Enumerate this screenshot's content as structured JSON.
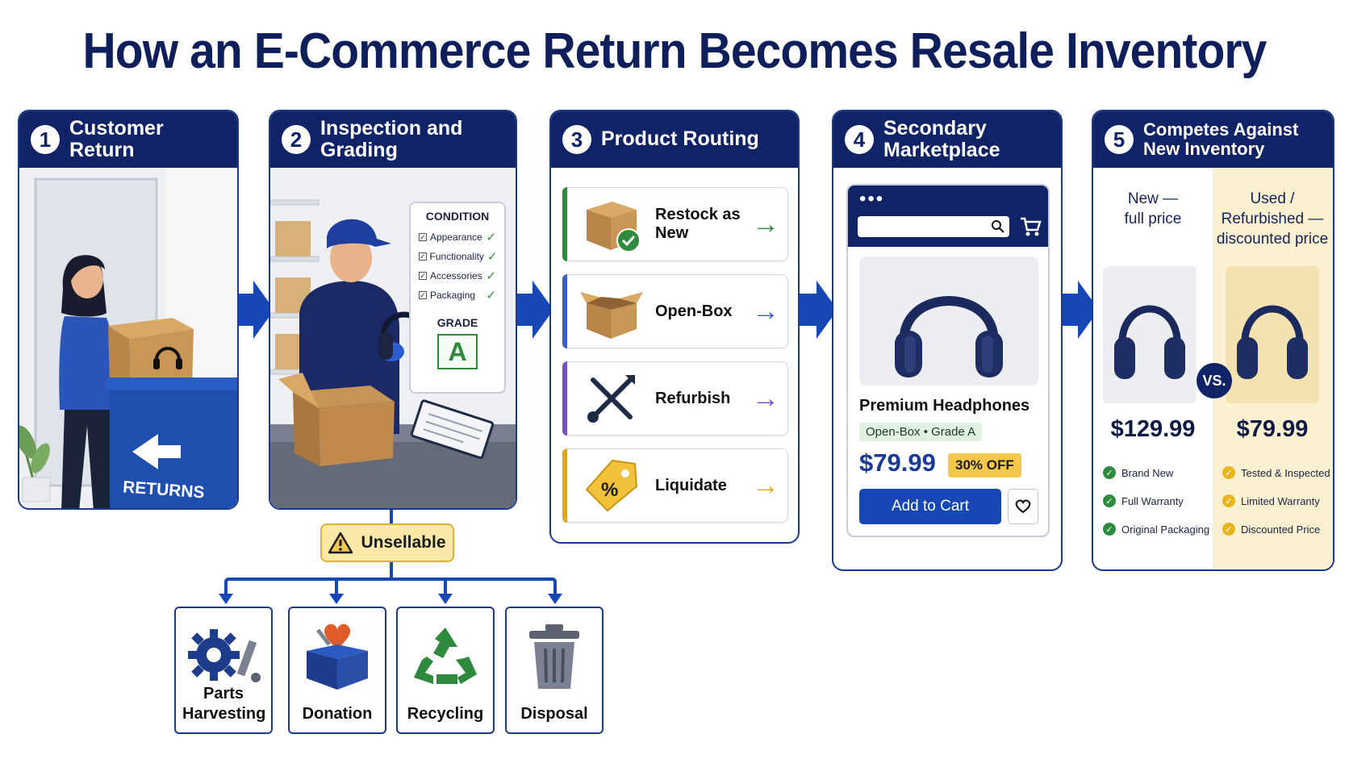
{
  "title": "How an E-Commerce Return Becomes Resale Inventory",
  "steps": [
    {
      "num": "1",
      "title": "Customer Return"
    },
    {
      "num": "2",
      "title": "Inspection and Grading"
    },
    {
      "num": "3",
      "title": "Product Routing"
    },
    {
      "num": "4",
      "title": "Secondary Marketplace"
    },
    {
      "num": "5",
      "title": "Competes Against New Inventory"
    }
  ],
  "returns_bin_label": "RETURNS",
  "inspection": {
    "condition_title": "CONDITION",
    "checks": [
      "Appearance",
      "Functionality",
      "Accessories",
      "Packaging"
    ],
    "grade_title": "GRADE",
    "grade": "A"
  },
  "routes": [
    {
      "label": "Restock as New",
      "color": "#2e8b3d",
      "icon": "box-check-icon"
    },
    {
      "label": "Open-Box",
      "color": "#3a5fc4",
      "icon": "open-box-icon"
    },
    {
      "label": "Refurbish",
      "color": "#7a4fc4",
      "icon": "tools-icon"
    },
    {
      "label": "Liquidate",
      "color": "#e0a820",
      "icon": "price-tag-icon"
    }
  ],
  "marketplace": {
    "product_name": "Premium Headphones",
    "badge": "Open-Box • Grade A",
    "price": "$79.99",
    "discount": "30% OFF",
    "cart_button": "Add to Cart"
  },
  "comparison": {
    "new": {
      "heading": "New — full price",
      "price": "$129.99",
      "features": [
        "Brand New",
        "Full Warranty",
        "Original Packaging"
      ]
    },
    "vs": "VS.",
    "used": {
      "heading": "Used / Refurbished — discounted price",
      "price": "$79.99",
      "features": [
        "Tested & Inspected",
        "Limited Warranty",
        "Discounted Price"
      ]
    }
  },
  "unsellable": {
    "label": "Unsellable",
    "destinations": [
      {
        "label": "Parts Harvesting",
        "icon": "gear-bolt-icon"
      },
      {
        "label": "Donation",
        "icon": "donation-box-icon"
      },
      {
        "label": "Recycling",
        "icon": "recycle-icon"
      },
      {
        "label": "Disposal",
        "icon": "trash-can-icon"
      }
    ]
  },
  "colors": {
    "navy": "#0f2366",
    "accent_blue": "#1747b5",
    "green": "#2e8b3d",
    "yellow": "#f5c84b"
  }
}
